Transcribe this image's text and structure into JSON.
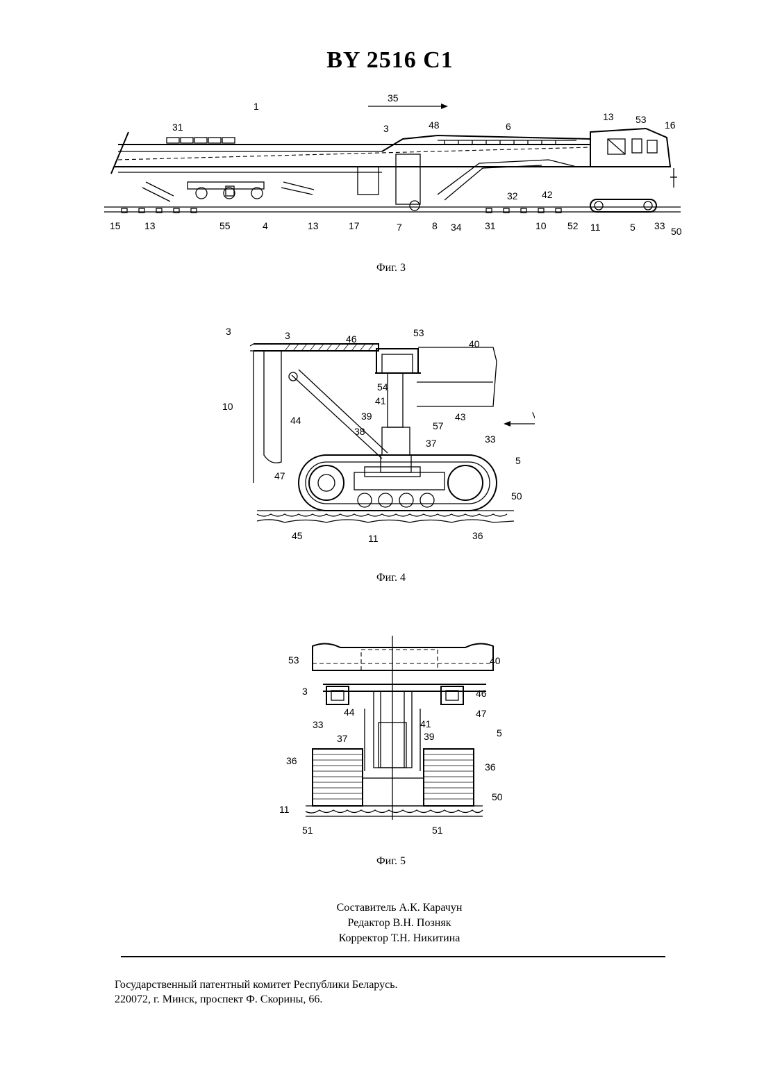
{
  "header": {
    "title": "BY 2516 C1"
  },
  "figures": [
    {
      "caption": "Фиг. 3",
      "labels": [
        "1",
        "35",
        "31",
        "3",
        "48",
        "6",
        "13",
        "53",
        "16",
        "13",
        "55",
        "4",
        "13",
        "17",
        "7",
        "8",
        "34",
        "31",
        "32",
        "42",
        "10",
        "52",
        "11",
        "5",
        "33",
        "50",
        "15"
      ]
    },
    {
      "caption": "Фиг. 4",
      "labels": [
        "3",
        "3",
        "46",
        "53",
        "40",
        "54",
        "10",
        "44",
        "41",
        "39",
        "43",
        "V",
        "38",
        "57",
        "37",
        "33",
        "5",
        "47",
        "50",
        "45",
        "11",
        "36"
      ]
    },
    {
      "caption": "Фиг. 5",
      "labels": [
        "53",
        "40",
        "3",
        "46",
        "44",
        "47",
        "33",
        "41",
        "39",
        "37",
        "5",
        "36",
        "36",
        "11",
        "50",
        "51",
        "51"
      ]
    }
  ],
  "credits": {
    "compiler": "Составитель А.К. Карачун",
    "editor": "Редактор В.Н. Позняк",
    "corrector": "Корректор Т.Н. Никитина"
  },
  "footer": {
    "line1": "Государственный патентный комитет Республики Беларусь.",
    "line2": "220072, г. Минск, проспект Ф. Скорины, 66."
  }
}
